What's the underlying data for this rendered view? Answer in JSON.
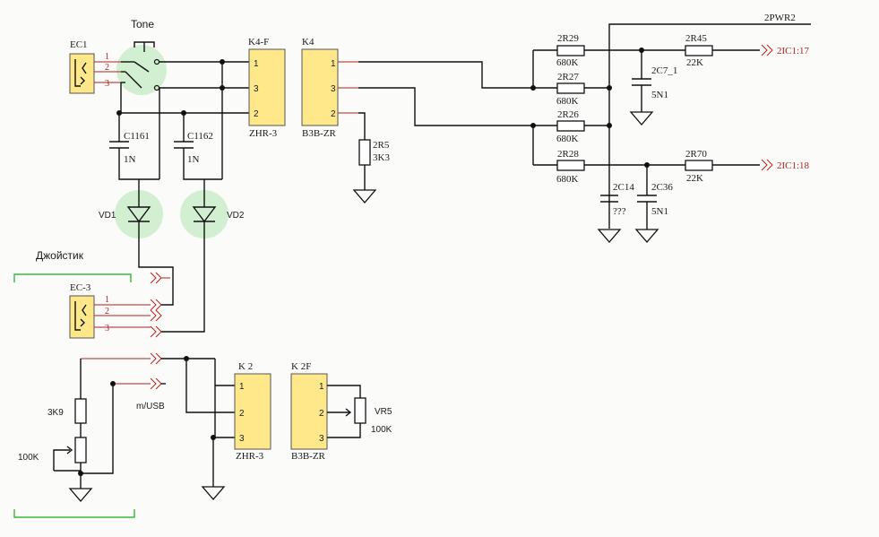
{
  "labels": {
    "ec1": "EC1",
    "ec3": "EC-3",
    "tone": "Tone",
    "joystick": "Джойстик",
    "k4f": "K4-F",
    "k4": "K4",
    "zhr3a": "ZHR-3",
    "b3bzra": "B3B-ZR",
    "k2": "K 2",
    "k2f": "K 2F",
    "zhr3b": "ZHR-3",
    "b3bzrb": "B3B-ZR",
    "c1161": "C1161",
    "c1161v": "1N",
    "c1162": "C1162",
    "c1162v": "1N",
    "vd1": "VD1",
    "vd2": "VD2",
    "r2r5": "2R5",
    "r2r5v": "3K3",
    "r2r29": "2R29",
    "r2r29v": "680K",
    "r2r27": "2R27",
    "r2r27v": "680K",
    "r2r26": "2R26",
    "r2r26v": "680K",
    "r2r28": "2R28",
    "r2r28v": "680K",
    "r2r45": "2R45",
    "r2r45v": "22K",
    "r2r70": "2R70",
    "r2r70v": "22K",
    "c2c7": "2C7_1",
    "c2c7v": "5N1",
    "c2c14": "2C14",
    "c2c14v": "???",
    "c2c36": "2C36",
    "c2c36v": "5N1",
    "pwr": "2PWR2",
    "port17": "2IC1:17",
    "port18": "2IC1:18",
    "r3k9": "3K9",
    "r100k": "100K",
    "musb": "m/USB",
    "vr5": "VR5",
    "vr5v": "100K"
  },
  "pins": {
    "p1": "1",
    "p2": "2",
    "p3": "3"
  }
}
